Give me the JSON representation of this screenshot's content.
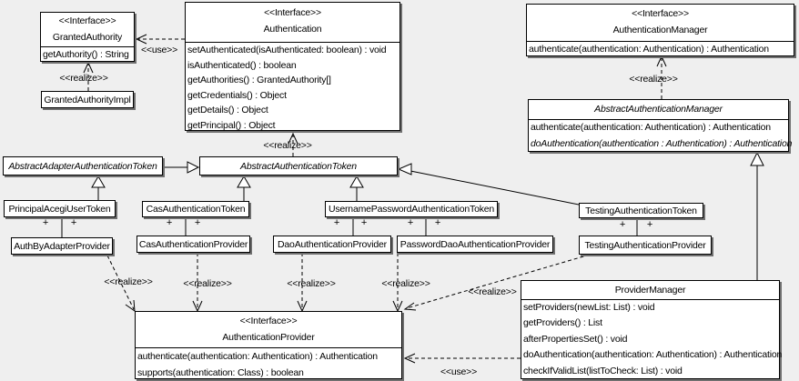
{
  "labels": {
    "use": "<<use>>",
    "realize": "<<realize>>",
    "plus": "+"
  },
  "colors": {
    "background": "#efefef",
    "box_fill": "#ffffff",
    "line": "#000000",
    "shadow": "#6f6f6f"
  },
  "classes": {
    "grantedAuthority": {
      "stereotype": "<<Interface>>",
      "name": "GrantedAuthority",
      "methods": [
        "getAuthority() : String"
      ]
    },
    "grantedAuthorityImpl": {
      "name": "GrantedAuthorityImpl"
    },
    "authentication": {
      "stereotype": "<<Interface>>",
      "name": "Authentication",
      "methods": [
        "setAuthenticated(isAuthenticated: boolean) : void",
        "isAuthenticated() : boolean",
        "getAuthorities() : GrantedAuthority[]",
        "getCredentials() : Object",
        "getDetails() : Object",
        "getPrincipal() : Object"
      ]
    },
    "authenticationManager": {
      "stereotype": "<<Interface>>",
      "name": "AuthenticationManager",
      "methods": [
        "authenticate(authentication: Authentication) : Authentication"
      ]
    },
    "abstractAuthenticationManager": {
      "name": "AbstractAuthenticationManager",
      "methods": [
        "authenticate(authentication: Authentication) : Authentication",
        "doAuthentication(authentication : Authentication) : Authentication"
      ]
    },
    "abstractAdapterAuthenticationToken": {
      "name": "AbstractAdapterAuthenticationToken"
    },
    "abstractAuthenticationToken": {
      "name": "AbstractAuthenticationToken"
    },
    "principalAcegiUserToken": {
      "name": "PrincipalAcegiUserToken"
    },
    "casAuthenticationToken": {
      "name": "CasAuthenticationToken"
    },
    "usernamePasswordAuthenticationToken": {
      "name": "UsernamePasswordAuthenticationToken"
    },
    "testingAuthenticationToken": {
      "name": "TestingAuthenticationToken"
    },
    "authByAdapterProvider": {
      "name": "AuthByAdapterProvider"
    },
    "casAuthenticationProvider": {
      "name": "CasAuthenticationProvider"
    },
    "daoAuthenticationProvider": {
      "name": "DaoAuthenticationProvider"
    },
    "passwordDaoAuthenticationProvider": {
      "name": "PasswordDaoAuthenticationProvider"
    },
    "testingAuthenticationProvider": {
      "name": "TestingAuthenticationProvider"
    },
    "authenticationProvider": {
      "stereotype": "<<Interface>>",
      "name": "AuthenticationProvider",
      "methods": [
        "authenticate(authentication: Authentication) : Authentication",
        "supports(authentication: Class) : boolean"
      ]
    },
    "providerManager": {
      "name": "ProviderManager",
      "methods": [
        "setProviders(newList: List) : void",
        "getProviders() : List",
        "afterPropertiesSet() : void",
        "doAuthentication(authentication: Authentication) : Authentication",
        "checkIfValidList(listToCheck: List) : void"
      ]
    }
  }
}
